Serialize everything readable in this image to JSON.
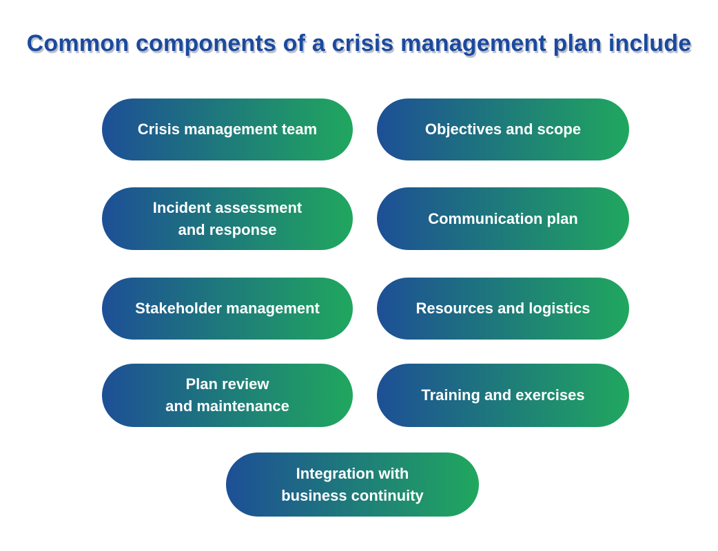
{
  "title": "Common components of a crisis management plan include",
  "colors": {
    "pill_gradient_start": "#1d4f96",
    "pill_gradient_end": "#20a75e",
    "title_color": "#1b4a9e",
    "pill_text": "#ffffff",
    "background": "#ffffff"
  },
  "pills": [
    {
      "label": "Crisis management team"
    },
    {
      "label": "Objectives and scope"
    },
    {
      "label": "Incident assessment\nand response"
    },
    {
      "label": "Communication plan"
    },
    {
      "label": "Stakeholder management"
    },
    {
      "label": "Resources and logistics"
    },
    {
      "label": "Plan review\nand maintenance"
    },
    {
      "label": "Training and exercises"
    },
    {
      "label": "Integration with\nbusiness continuity"
    }
  ]
}
